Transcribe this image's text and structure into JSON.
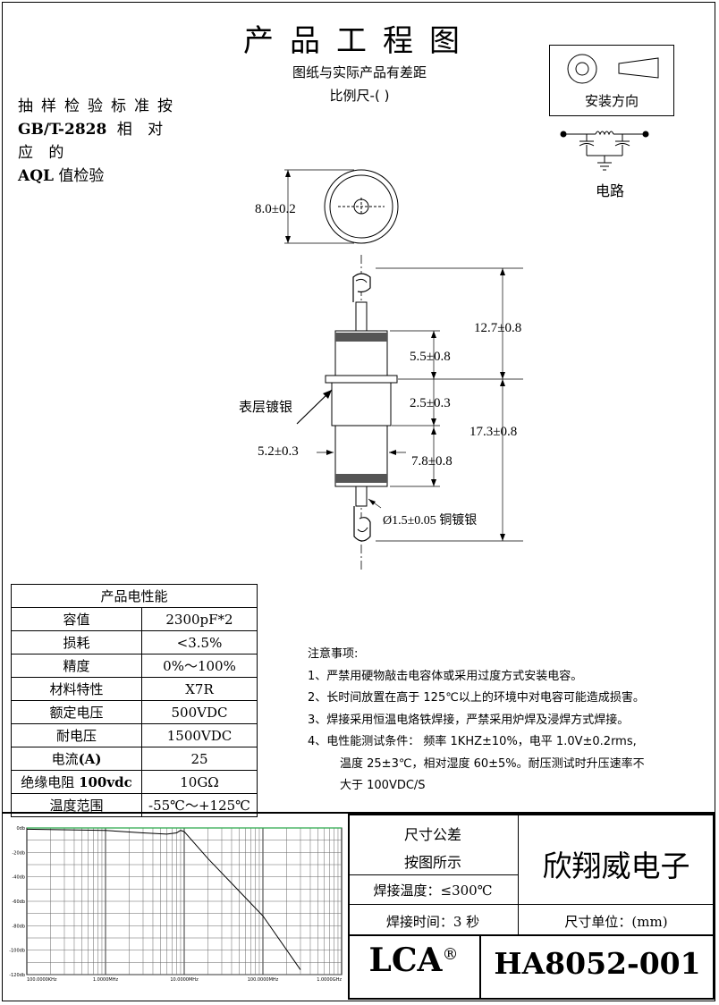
{
  "header": {
    "title": "产品工程图",
    "subtitle1": "图纸与实际产品有差距",
    "subtitle2": "比例尺-(          )"
  },
  "sampling_note": {
    "line1": "抽样检验标准按",
    "line2_bold": "GB/T-2828",
    "line2_rest": " 相 对 应 的",
    "line3_bold": "AQL",
    "line3_rest": " 值检验"
  },
  "mounting": {
    "label": "安装方向"
  },
  "circuit": {
    "label": "电路"
  },
  "dimensions": {
    "diameter": "8.0±0.2",
    "top_lead": "12.7±0.8",
    "upper_body": "5.5±0.8",
    "flange": "2.5±0.3",
    "total_lower": "17.3±0.8",
    "body_dia": "5.2±0.3",
    "lower_body": "7.8±0.8",
    "lead_dia": "Ø1.5±0.05 铜镀银",
    "plating": "表层镀银"
  },
  "spec_table": {
    "title": "产品电性能",
    "rows": [
      {
        "k": "容值",
        "v": "2300pF*2"
      },
      {
        "k": "损耗",
        "v": "<3.5%"
      },
      {
        "k": "精度",
        "v": "0%～100%"
      },
      {
        "k": "材料特性",
        "v": "X7R"
      },
      {
        "k": "额定电压",
        "v": "500VDC"
      },
      {
        "k": "耐电压",
        "v": "1500VDC"
      },
      {
        "k": "电流",
        "kb": "(A)",
        "v": "25"
      },
      {
        "k": "绝缘电阻 ",
        "kb": "100vdc",
        "v": "10GΩ"
      },
      {
        "k": "温度范围",
        "v": "-55℃～+125℃"
      }
    ]
  },
  "notes": {
    "title": "注意事项:",
    "items": [
      "1、严禁用硬物敲击电容体或采用过度方式安装电容。",
      "2、长时间放置在高于 125℃以上的环境中对电容可能造成损害。",
      "3、焊接采用恒温电烙铁焊接，严禁采用炉焊及浸焊方式焊接。",
      "4、电性能测试条件：  频率 1KHZ±10%，电平 1.0V±0.2rms,"
    ],
    "cont1": "温度 25±3℃，相对湿度 60±5%。耐压测试时升压速率不",
    "cont2": "大于 100VDC/S"
  },
  "chart_data": {
    "type": "line",
    "x_scale": "log",
    "y_ticks": [
      "0db",
      "-20db",
      "-40db",
      "-60db",
      "-80db",
      "-100db",
      "-120db"
    ],
    "x_ticks": [
      "100.0000KHz",
      "1.0000MHz",
      "10.0000MHz",
      "100.0000MHz",
      "1.0000GHz"
    ],
    "ylim": [
      -120,
      0
    ],
    "xlim_hz": [
      100000,
      1000000000
    ],
    "series": [
      {
        "color": "#2aa84a",
        "x_hz": [
          100000,
          1000000000
        ],
        "y_db": [
          0,
          0
        ]
      },
      {
        "color": "#000000",
        "x_hz": [
          100000,
          1000000,
          3000000,
          6000000,
          8000000,
          9000000,
          10000000,
          20000000,
          100000000,
          300000000
        ],
        "y_db": [
          -1,
          -2,
          -4,
          -5,
          -4,
          -2,
          -3,
          -25,
          -72,
          -116
        ]
      }
    ],
    "grid": true
  },
  "title_block": {
    "tol1": "尺寸公差",
    "tol2": "按图所示",
    "weld_temp": "焊接温度：≤300℃",
    "weld_time": "焊接时间：3 秒",
    "company": "欣翔威电子",
    "unit": "尺寸单位：(mm)",
    "brand": "LCA",
    "reg": "®",
    "part_no": "HA8052-001"
  }
}
